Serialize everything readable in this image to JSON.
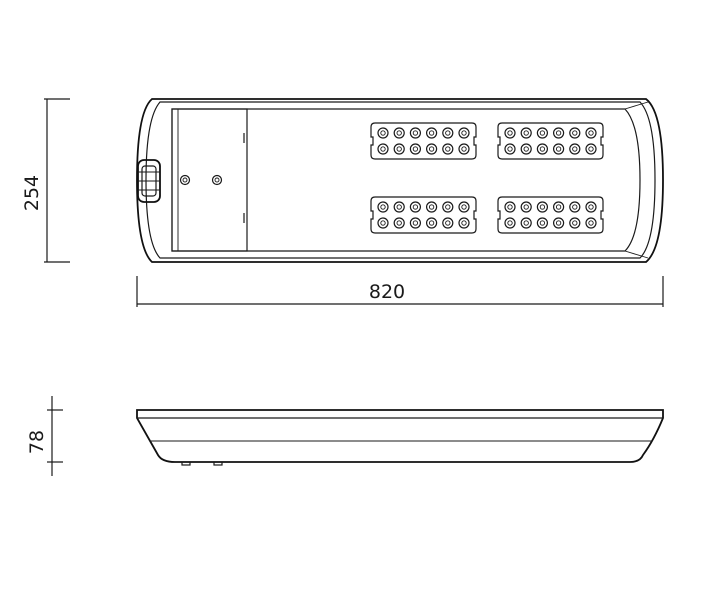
{
  "dimensions": {
    "height_top": "254",
    "width": "820",
    "height_side": "78"
  },
  "led_module": {
    "rows": 2,
    "cols": 6,
    "count": 4
  },
  "colors": {
    "line": "#1a1a1a",
    "background": "#ffffff"
  }
}
